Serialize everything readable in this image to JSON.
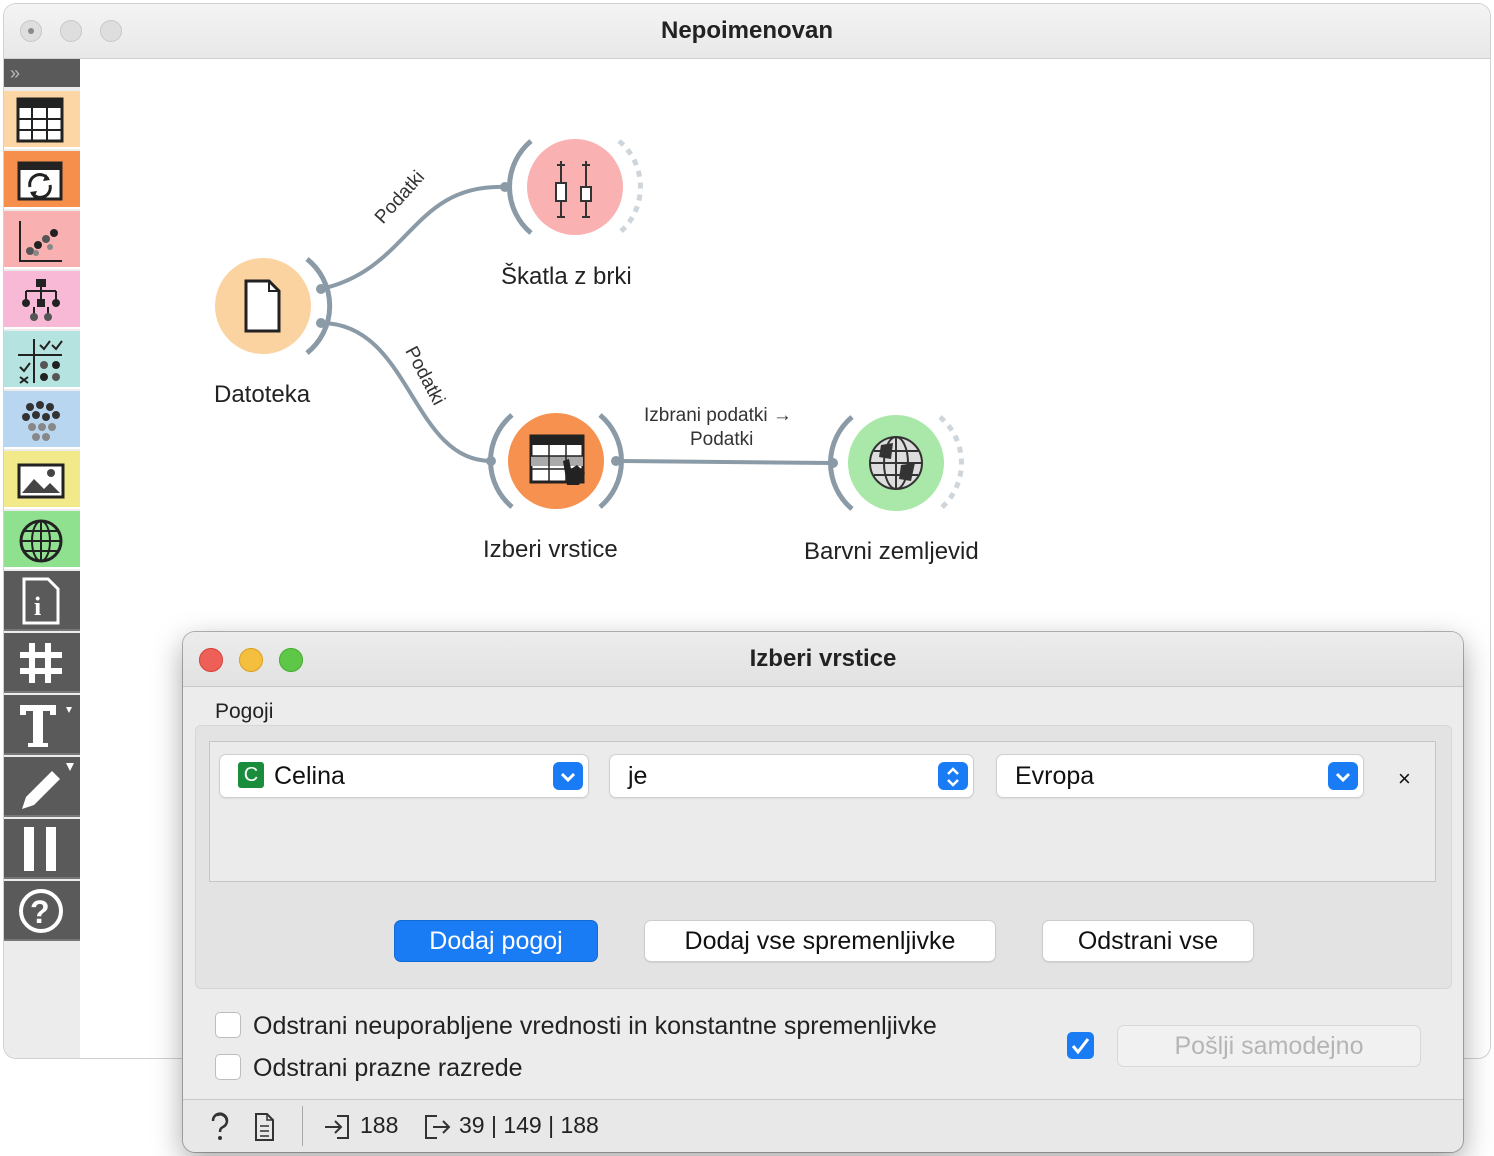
{
  "window": {
    "title": "Nepoimenovan"
  },
  "toolbox": {
    "expand_glyph": "»"
  },
  "canvas": {
    "nodes": [
      {
        "label": "Datoteka",
        "icon": "file-icon",
        "color": "#fcd8a8"
      },
      {
        "label": "Škatla z brki",
        "icon": "box-plot-icon",
        "color": "#f9b4b4"
      },
      {
        "label": "Izberi vrstice",
        "icon": "select-rows-icon",
        "color": "#f7914f"
      },
      {
        "label": "Barvni zemljevid",
        "icon": "globe-icon",
        "color": "#a8e8a8"
      }
    ],
    "links": [
      {
        "label": "Podatki"
      },
      {
        "label": "Podatki"
      },
      {
        "label": "Izbrani podatki →"
      },
      {
        "label": "Podatki"
      }
    ]
  },
  "dialog": {
    "title": "Izberi vrstice",
    "conditions_label": "Pogoji",
    "condition": {
      "variable_type": "C",
      "variable": "Celina",
      "operator": "je",
      "value": "Evropa",
      "remove_glyph": "×"
    },
    "buttons": {
      "add_condition": "Dodaj pogoj",
      "add_all": "Dodaj vse spremenljivke",
      "remove_all": "Odstrani vse"
    },
    "options": {
      "remove_unused": "Odstrani neuporabljene vrednosti in konstantne spremenljivke",
      "remove_unused_checked": false,
      "remove_empty": "Odstrani prazne razrede",
      "remove_empty_checked": false,
      "auto_send_checked": true,
      "auto_send_label": "Pošlji samodejno"
    },
    "status": {
      "input_count": "188",
      "output_counts": "39 | 149 | 188"
    }
  },
  "colors": {
    "accent": "#1a7cf5"
  }
}
